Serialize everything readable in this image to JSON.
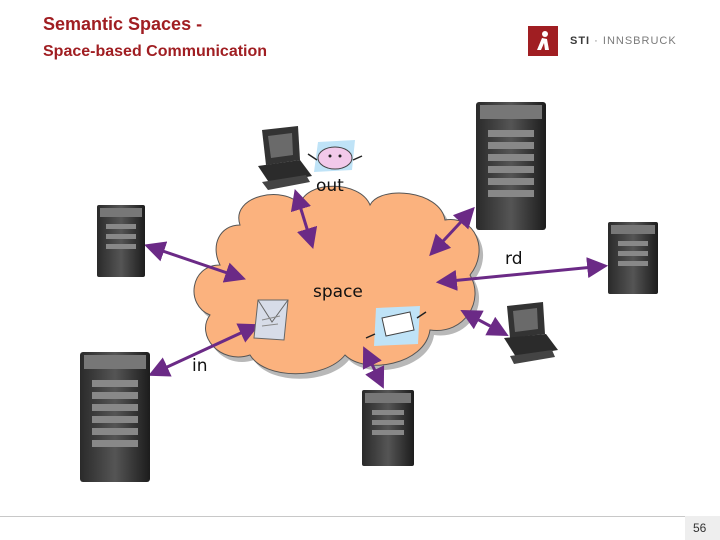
{
  "header": {
    "title": "Semantic Spaces  -",
    "subtitle": "Space-based Communication"
  },
  "logo": {
    "brand": "STI",
    "separator": " · ",
    "location": "INNSBRUCK"
  },
  "diagram": {
    "space_label": "space",
    "op_out": "out",
    "op_rd": "rd",
    "op_in": "in"
  },
  "footer": {
    "page_number": "56"
  },
  "colors": {
    "accent": "#a01e22",
    "cloud": "#fbb27e",
    "arrow": "#6b2a86"
  }
}
